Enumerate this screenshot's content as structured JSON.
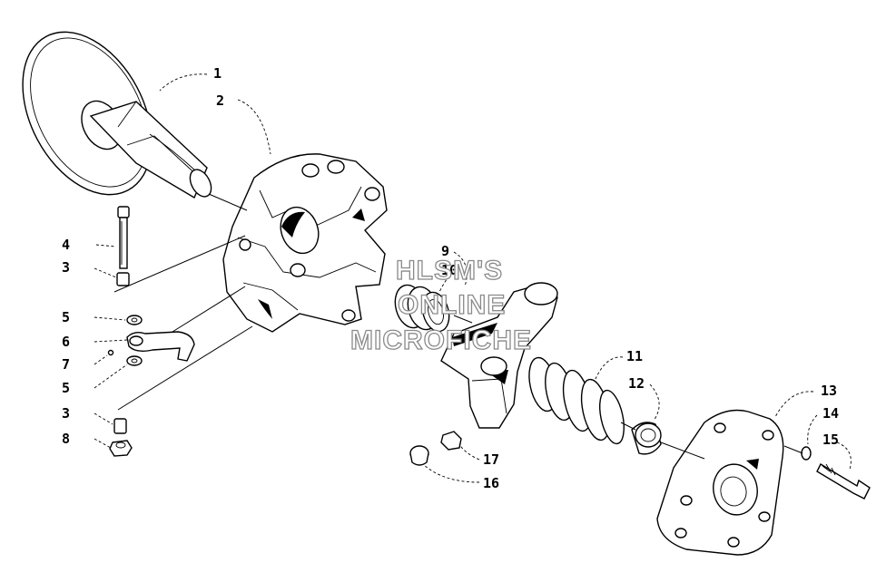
{
  "diagram": {
    "callouts": [
      {
        "id": "1",
        "text": "1"
      },
      {
        "id": "2",
        "text": "2"
      },
      {
        "id": "4",
        "text": "4"
      },
      {
        "id": "3a",
        "text": "3"
      },
      {
        "id": "5a",
        "text": "5"
      },
      {
        "id": "6",
        "text": "6"
      },
      {
        "id": "7",
        "text": "7"
      },
      {
        "id": "5b",
        "text": "5"
      },
      {
        "id": "3b",
        "text": "3"
      },
      {
        "id": "8",
        "text": "8"
      },
      {
        "id": "9",
        "text": "9"
      },
      {
        "id": "10",
        "text": "10"
      },
      {
        "id": "11",
        "text": "11"
      },
      {
        "id": "12",
        "text": "12"
      },
      {
        "id": "13",
        "text": "13"
      },
      {
        "id": "14",
        "text": "14"
      },
      {
        "id": "15",
        "text": "15"
      },
      {
        "id": "16",
        "text": "16"
      },
      {
        "id": "17",
        "text": "17"
      }
    ],
    "watermark": {
      "line1": "HLSM'S",
      "line2": "ONLINE",
      "line3": "MICROFICHE"
    }
  }
}
